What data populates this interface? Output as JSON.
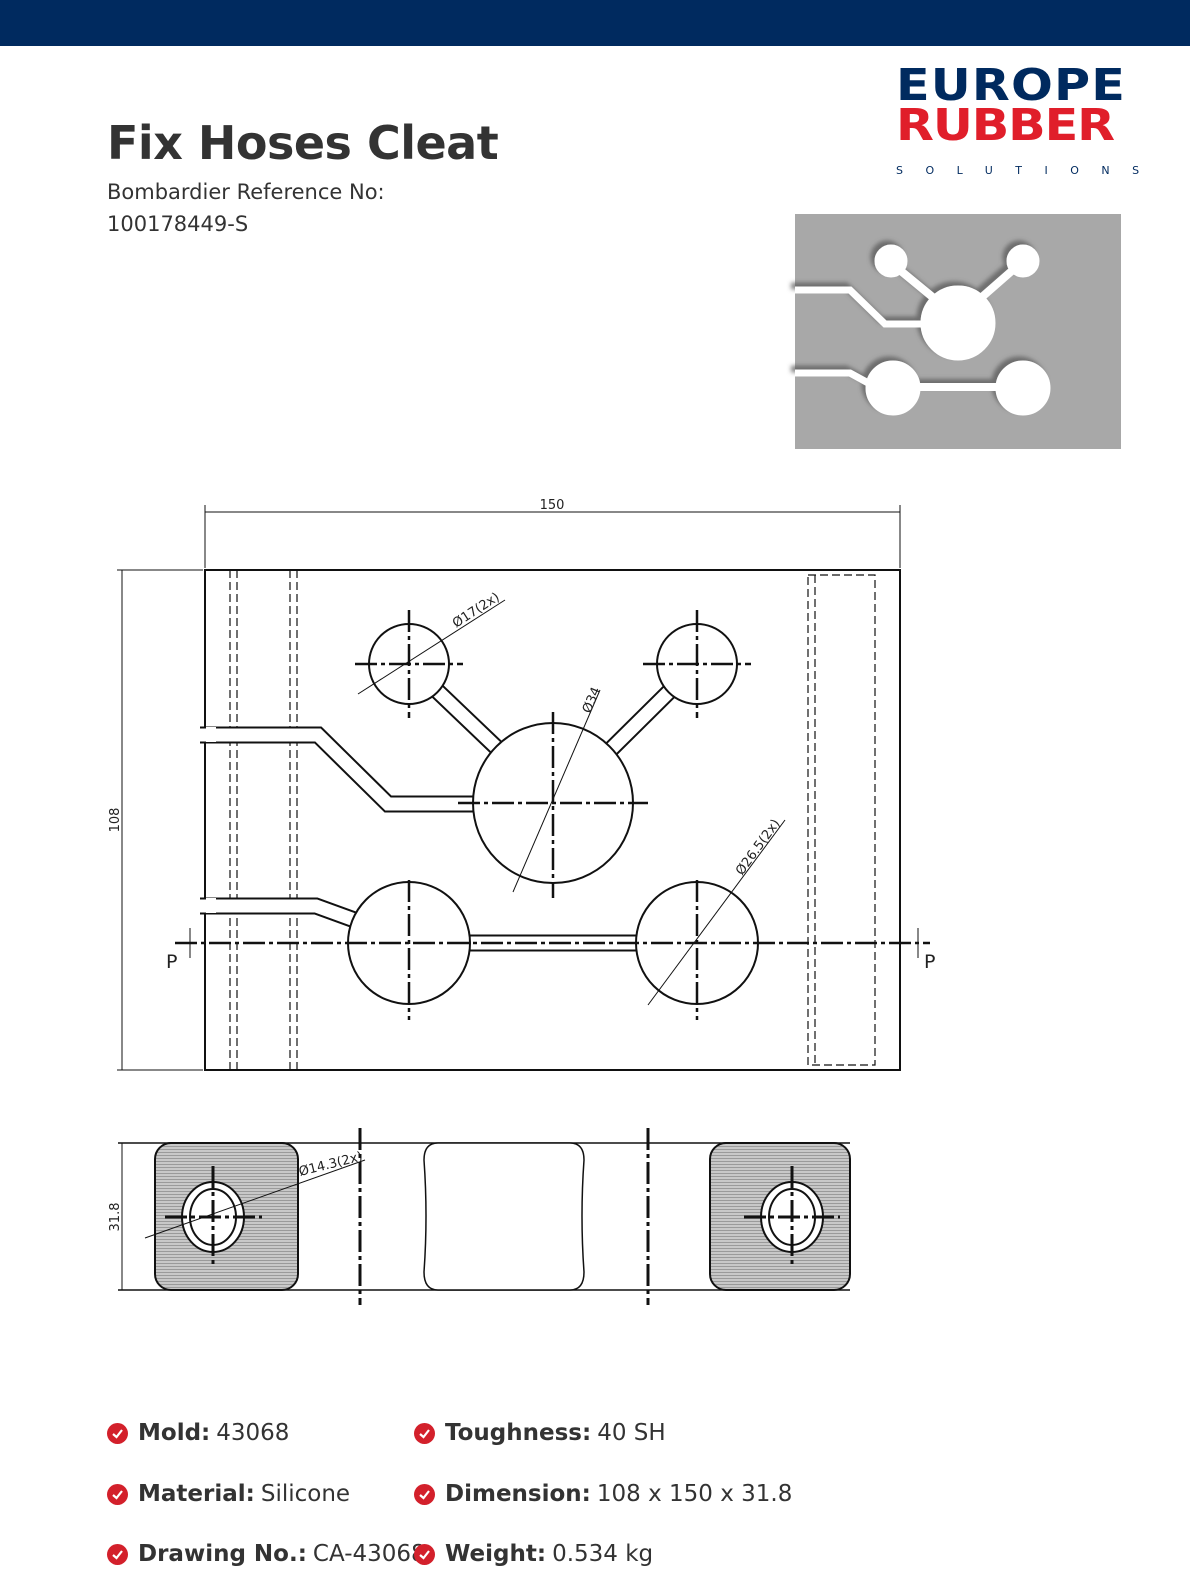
{
  "header": {
    "title": "Fix Hoses Cleat",
    "ref_label": "Bombardier Reference No:",
    "ref_value": "100178449-S"
  },
  "logo": {
    "line1": "EUROPE",
    "line2": "RUBBER",
    "line3": "SOLUTIONS"
  },
  "colors": {
    "navy": "#002a5f",
    "red": "#e01e2a",
    "check": "#d3202b"
  },
  "drawing": {
    "width_dim": "150",
    "height_dim": "108",
    "thickness_dim": "31.8",
    "small_hole": "Ø17(2x)",
    "center_hole": "Ø34",
    "bottom_hole": "Ø26.5(2x)",
    "section_hole": "Ø14.3(2x)",
    "section_left": "P",
    "section_right": "P"
  },
  "specs": [
    {
      "label": "Mold:",
      "value": "43068"
    },
    {
      "label": "Toughness:",
      "value": "40 SH"
    },
    {
      "label": "Material:",
      "value": "Silicone"
    },
    {
      "label": "Dimension:",
      "value": "108 x 150 x 31.8"
    },
    {
      "label": "Drawing No.:",
      "value": "CA-43068"
    },
    {
      "label": "Weight:",
      "value": "0.534 kg"
    }
  ]
}
